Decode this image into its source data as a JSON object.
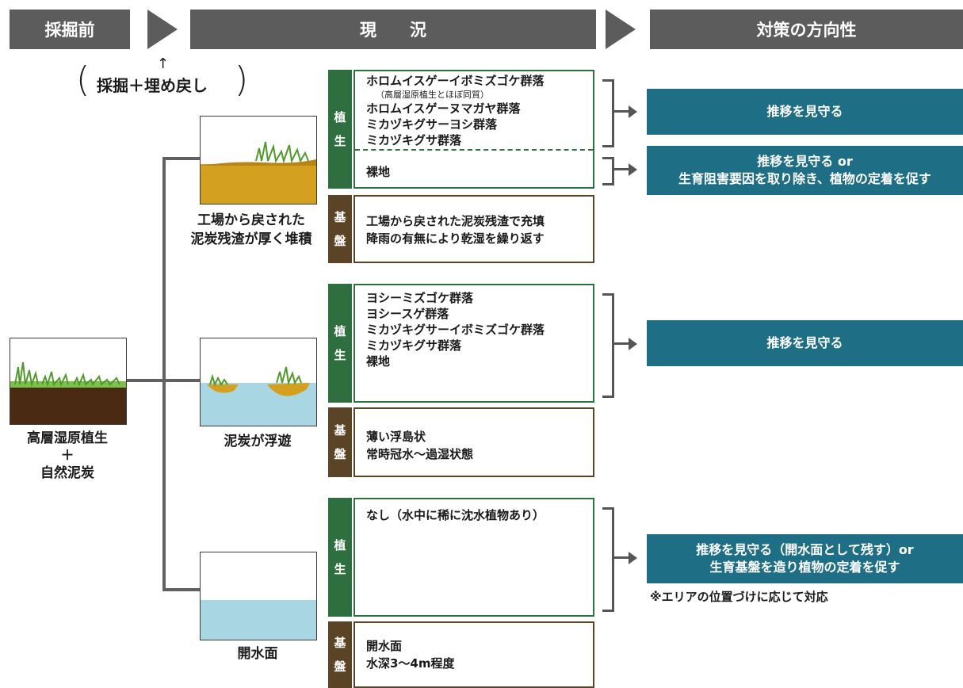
{
  "header": {
    "before": "採掘前",
    "current": "現　　況",
    "policy": "対策の方向性"
  },
  "excavation_note": {
    "arrow": "↑",
    "open_paren": "(",
    "label": "採掘＋埋め戻し",
    "close_paren": ")"
  },
  "original": {
    "caption_line1": "高層湿原植生",
    "caption_plus": "＋",
    "caption_line2": "自然泥炭"
  },
  "tags": {
    "veg_1": "植",
    "veg_2": "生",
    "base_1": "基",
    "base_2": "盤"
  },
  "case1": {
    "caption_line1": "工場から戻された",
    "caption_line2": "泥炭残渣が厚く堆積",
    "veg_lines": [
      "ホロムイスゲーイボミズゴケ群落",
      "（高層湿原植生とほぼ同質）",
      "ホロムイスゲーヌマガヤ群落",
      "ミカヅキグサーヨシ群落",
      "ミカヅキグサ群落"
    ],
    "bare": "裸地",
    "base_lines": [
      "工場から戻された泥炭残渣で充填",
      "降雨の有無により乾湿を繰り返す"
    ],
    "policy_a": "推移を見守る",
    "policy_b_line1": "推移を見守る or",
    "policy_b_line2": "生育阻害要因を取り除き、植物の定着を促す"
  },
  "case2": {
    "caption": "泥炭が浮遊",
    "veg_lines": [
      "ヨシーミズゴケ群落",
      "ヨシースゲ群落",
      "ミカヅキグサーイボミズゴケ群落",
      "ミカヅキグサ群落",
      "裸地"
    ],
    "base_lines": [
      "薄い浮島状",
      "常時冠水～過湿状態"
    ],
    "policy": "推移を見守る"
  },
  "case3": {
    "caption": "開水面",
    "veg_lines": [
      "なし（水中に稀に沈水植物あり）"
    ],
    "base_lines": [
      "開水面",
      "水深3～4m程度"
    ],
    "policy_line1": "推移を見守る（開水面として残す）or",
    "policy_line2": "生育基盤を造り植物の定着を促す",
    "note": "※エリアの位置づけに応じて対応"
  },
  "colors": {
    "header_gray": "#5c5c5c",
    "veg_green": "#2f6e3f",
    "base_brown": "#5b4325",
    "policy_teal": "#1e6f86",
    "peat_residue": "#d4a020",
    "dark_soil": "#4a2a12",
    "water": "#a9d6e3",
    "grass": "#7cc24a"
  }
}
